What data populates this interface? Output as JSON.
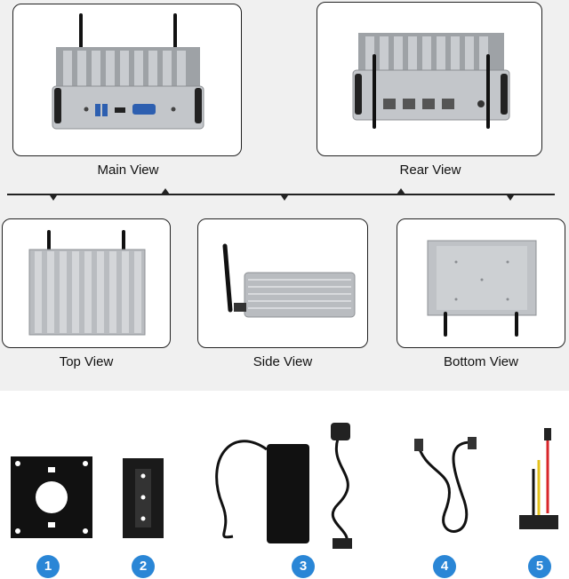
{
  "views": {
    "main": "Main View",
    "rear": "Rear View",
    "top": "Top View",
    "side": "Side View",
    "bottom": "Bottom View"
  },
  "accessories": [
    "1",
    "2",
    "3",
    "4",
    "5"
  ],
  "colors": {
    "badge": "#2a86d6",
    "frame": "#222222",
    "device": "#b9bcc0"
  }
}
